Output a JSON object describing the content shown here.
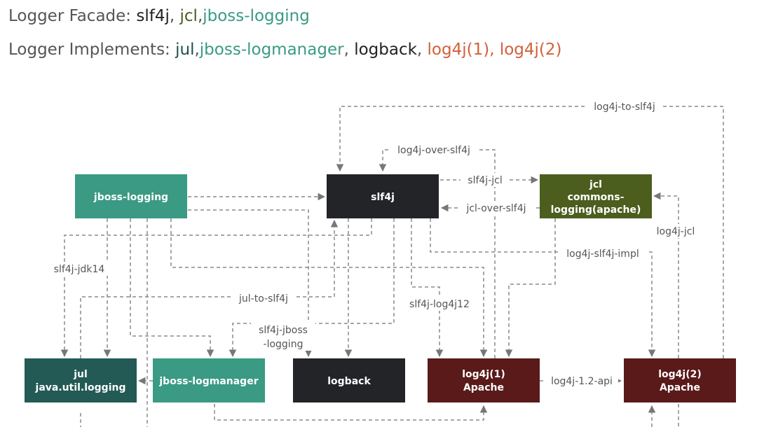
{
  "header": {
    "facade": {
      "label": "Logger Facade: ",
      "items": [
        {
          "text": "slf4j",
          "color": "#222222"
        },
        {
          "text": ", ",
          "color": "#555555"
        },
        {
          "text": "jcl",
          "color": "#4b5e1e"
        },
        {
          "text": ",",
          "color": "#555555"
        },
        {
          "text": "jboss-logging",
          "color": "#3a9a84"
        }
      ]
    },
    "implements": {
      "label": "Logger Implements: ",
      "items": [
        {
          "text": "jul",
          "color": "#1f4f4a"
        },
        {
          "text": ",",
          "color": "#555555"
        },
        {
          "text": "jboss-logmanager",
          "color": "#3a9a84"
        },
        {
          "text": ", ",
          "color": "#555555"
        },
        {
          "text": "logback",
          "color": "#222222"
        },
        {
          "text": ", ",
          "color": "#555555"
        },
        {
          "text": "log4j(1), log4j(2)",
          "color": "#d2603a"
        }
      ]
    }
  },
  "nodes": {
    "jboss_logging": {
      "lines": [
        "jboss-logging"
      ],
      "color": "#3a9a84"
    },
    "slf4j": {
      "lines": [
        "slf4j"
      ],
      "color": "#232428"
    },
    "jcl": {
      "lines": [
        "jcl",
        "commons-",
        "logging(apache)"
      ],
      "color": "#4b5e1e"
    },
    "jul": {
      "lines": [
        "jul",
        "java.util.logging"
      ],
      "color": "#235a55"
    },
    "jboss_logmanager": {
      "lines": [
        "jboss-logmanager"
      ],
      "color": "#3a9a84"
    },
    "logback": {
      "lines": [
        "logback"
      ],
      "color": "#232428"
    },
    "log4j1": {
      "lines": [
        "log4j(1)",
        "Apache"
      ],
      "color": "#5a1a1a"
    },
    "log4j2": {
      "lines": [
        "log4j(2)",
        "Apache"
      ],
      "color": "#5a1a1a"
    }
  },
  "edges": {
    "log4j_to_slf4j": "log4j-to-slf4j",
    "log4j_over_slf4j": "log4j-over-slf4j",
    "slf4j_jcl": "slf4j-jcl",
    "jcl_over_slf4j": "jcl-over-slf4j",
    "log4j_jcl": "log4j-jcl",
    "slf4j_jdk14": "slf4j-jdk14",
    "log4j_slf4j_impl": "log4j-slf4j-impl",
    "jul_to_slf4j": "jul-to-slf4j",
    "slf4j_log4j12": "slf4j-log4j12",
    "slf4j_jboss_logging": [
      "slf4j-jboss",
      "-logging"
    ],
    "log4j_12_api": "log4j-1.2-api"
  },
  "colors": {
    "edge": "#8a8a8a",
    "edge_label": "#555555",
    "header_text": "#555555"
  }
}
